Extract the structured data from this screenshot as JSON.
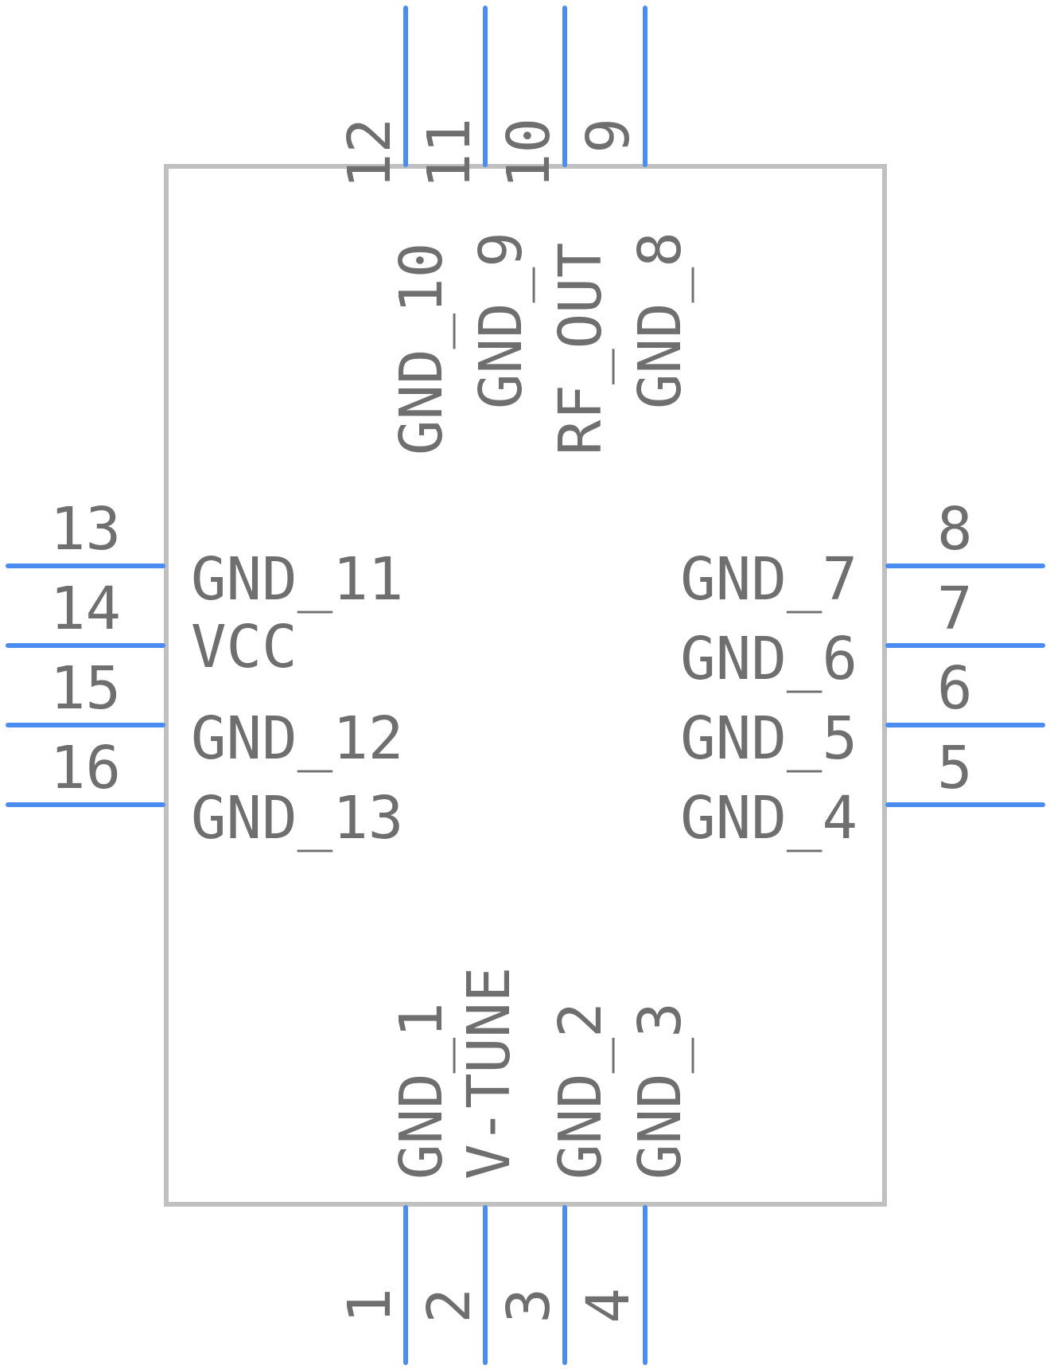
{
  "colors": {
    "pin": "#4a8cf0",
    "body": "#c0c0c0",
    "text": "#6f6f6f"
  },
  "top_pins": [
    {
      "number": "12",
      "name": "GND_10"
    },
    {
      "number": "11",
      "name": "GND_9"
    },
    {
      "number": "10",
      "name": "RF_OUT"
    },
    {
      "number": "9",
      "name": "GND_8"
    }
  ],
  "bottom_pins": [
    {
      "number": "1",
      "name": "GND_1"
    },
    {
      "number": "2",
      "name": "V-TUNE"
    },
    {
      "number": "3",
      "name": "GND_2"
    },
    {
      "number": "4",
      "name": "GND_3"
    }
  ],
  "left_pins": [
    {
      "number": "13",
      "name": "GND_11"
    },
    {
      "number": "14",
      "name": "VCC"
    },
    {
      "number": "15",
      "name": "GND_12"
    },
    {
      "number": "16",
      "name": "GND_13"
    }
  ],
  "right_pins": [
    {
      "number": "8",
      "name": "GND_7"
    },
    {
      "number": "7",
      "name": "GND_6"
    },
    {
      "number": "6",
      "name": "GND_5"
    },
    {
      "number": "5",
      "name": "GND_4"
    }
  ]
}
